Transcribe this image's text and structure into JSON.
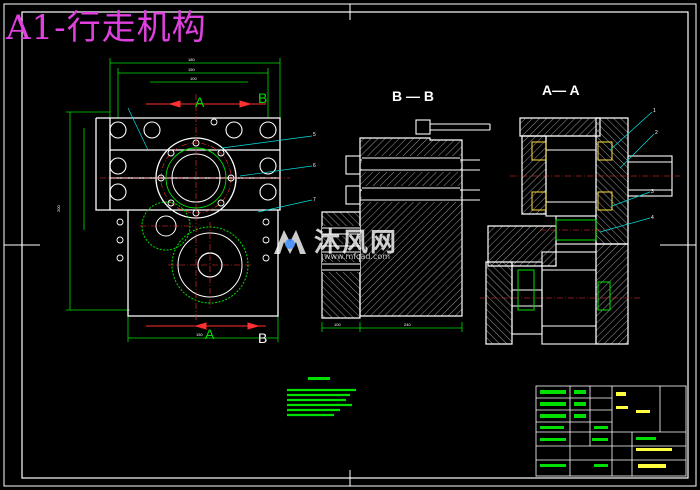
{
  "drawing_title": "A1-行走机构",
  "views": {
    "section_bb": "B — B",
    "section_aa": "A— A"
  },
  "section_marks": {
    "a_top": "A",
    "b_top": "B",
    "a_bottom": "A",
    "b_bottom": "B"
  },
  "watermark": {
    "text": "沐风网",
    "url": "www.mfcad.com"
  },
  "colors": {
    "background": "#000000",
    "frame": "#ffffff",
    "outline": "#ffffff",
    "dimension": "#00e000",
    "centerline": "#ff3030",
    "leader": "#00e0e0",
    "title_overlay": "#e040e0",
    "note_text": "#ffff40"
  },
  "icons": [
    "watermark-logo-icon"
  ]
}
